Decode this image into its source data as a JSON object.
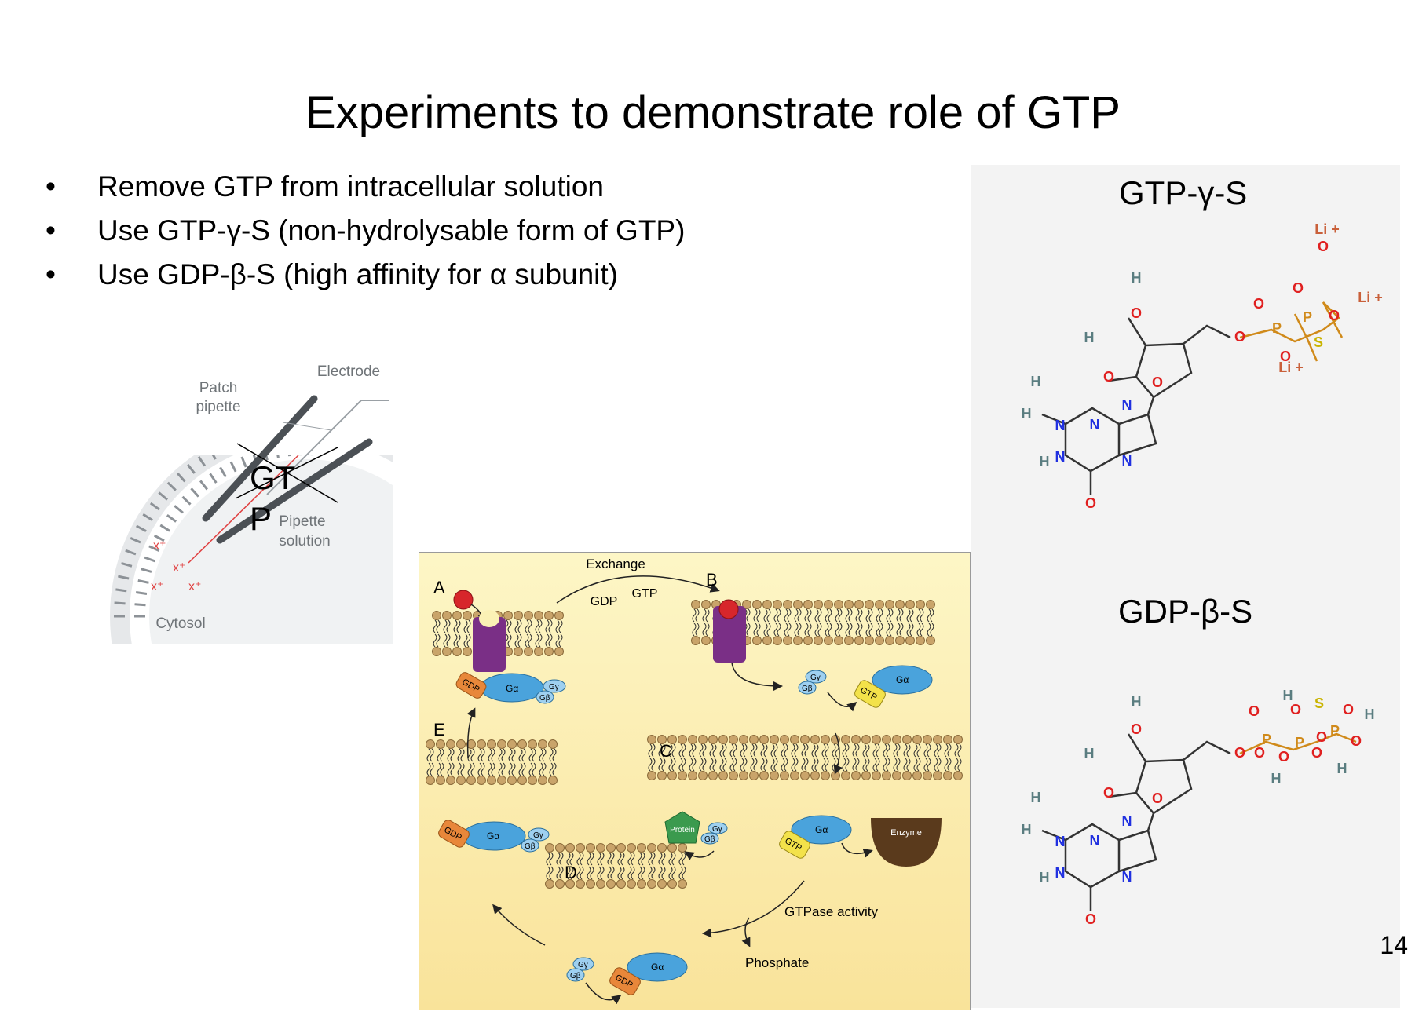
{
  "slide": {
    "title": "Experiments to demonstrate role of GTP",
    "page_number": "14"
  },
  "bullets": [
    {
      "marker": "•",
      "text": "Remove GTP from intracellular solution"
    },
    {
      "marker": "•",
      "text": "Use GTP-γ-S (non-hydrolysable form of GTP)"
    },
    {
      "marker": "•",
      "text": "Use GDP-β-S (high affinity for α subunit)"
    }
  ],
  "patch_clamp": {
    "labels": {
      "electrode": "Electrode",
      "patch_pipette_1": "Patch",
      "patch_pipette_2": "pipette",
      "pipette_solution_1": "Pipette",
      "pipette_solution_2": "solution",
      "cytosol": "Cytosol",
      "ion": "x⁺"
    },
    "crossed_out_line1": "GT",
    "crossed_out_line2": "P"
  },
  "g_protein_cycle": {
    "stage_labels": [
      "A",
      "B",
      "C",
      "D",
      "E"
    ],
    "exchange": "Exchange",
    "gdp": "GDP",
    "gtp": "GTP",
    "g_alpha": "Gα",
    "g_beta": "Gβ",
    "g_gamma": "Gγ",
    "protein": "Protein",
    "enzyme": "Enzyme",
    "gtpase_activity": "GTPase activity",
    "phosphate": "Phosphate"
  },
  "molecules": {
    "gtp_gamma_s": {
      "name": "GTP-γ-S"
    },
    "gdp_beta_s": {
      "name": "GDP-β-S"
    },
    "atoms": {
      "O": "O",
      "N": "N",
      "H": "H",
      "P": "P",
      "S": "S",
      "Li": "Li",
      "plus": "+",
      "minus": "-"
    }
  },
  "colors": {
    "oxygen": "#e02020",
    "nitrogen": "#2030e0",
    "phosphorus": "#d08a1a",
    "sulfur": "#c9b400",
    "hydrogen": "#5a7d80",
    "lithium": "#c9603a",
    "membrane_head": "#c9a46a",
    "receptor": "#7a2f86",
    "g_alpha": "#4aa3dc",
    "gdp": "#e8873a",
    "gtp": "#f3e24a",
    "protein": "#3b9a4e",
    "enzyme": "#5a3a1c"
  }
}
